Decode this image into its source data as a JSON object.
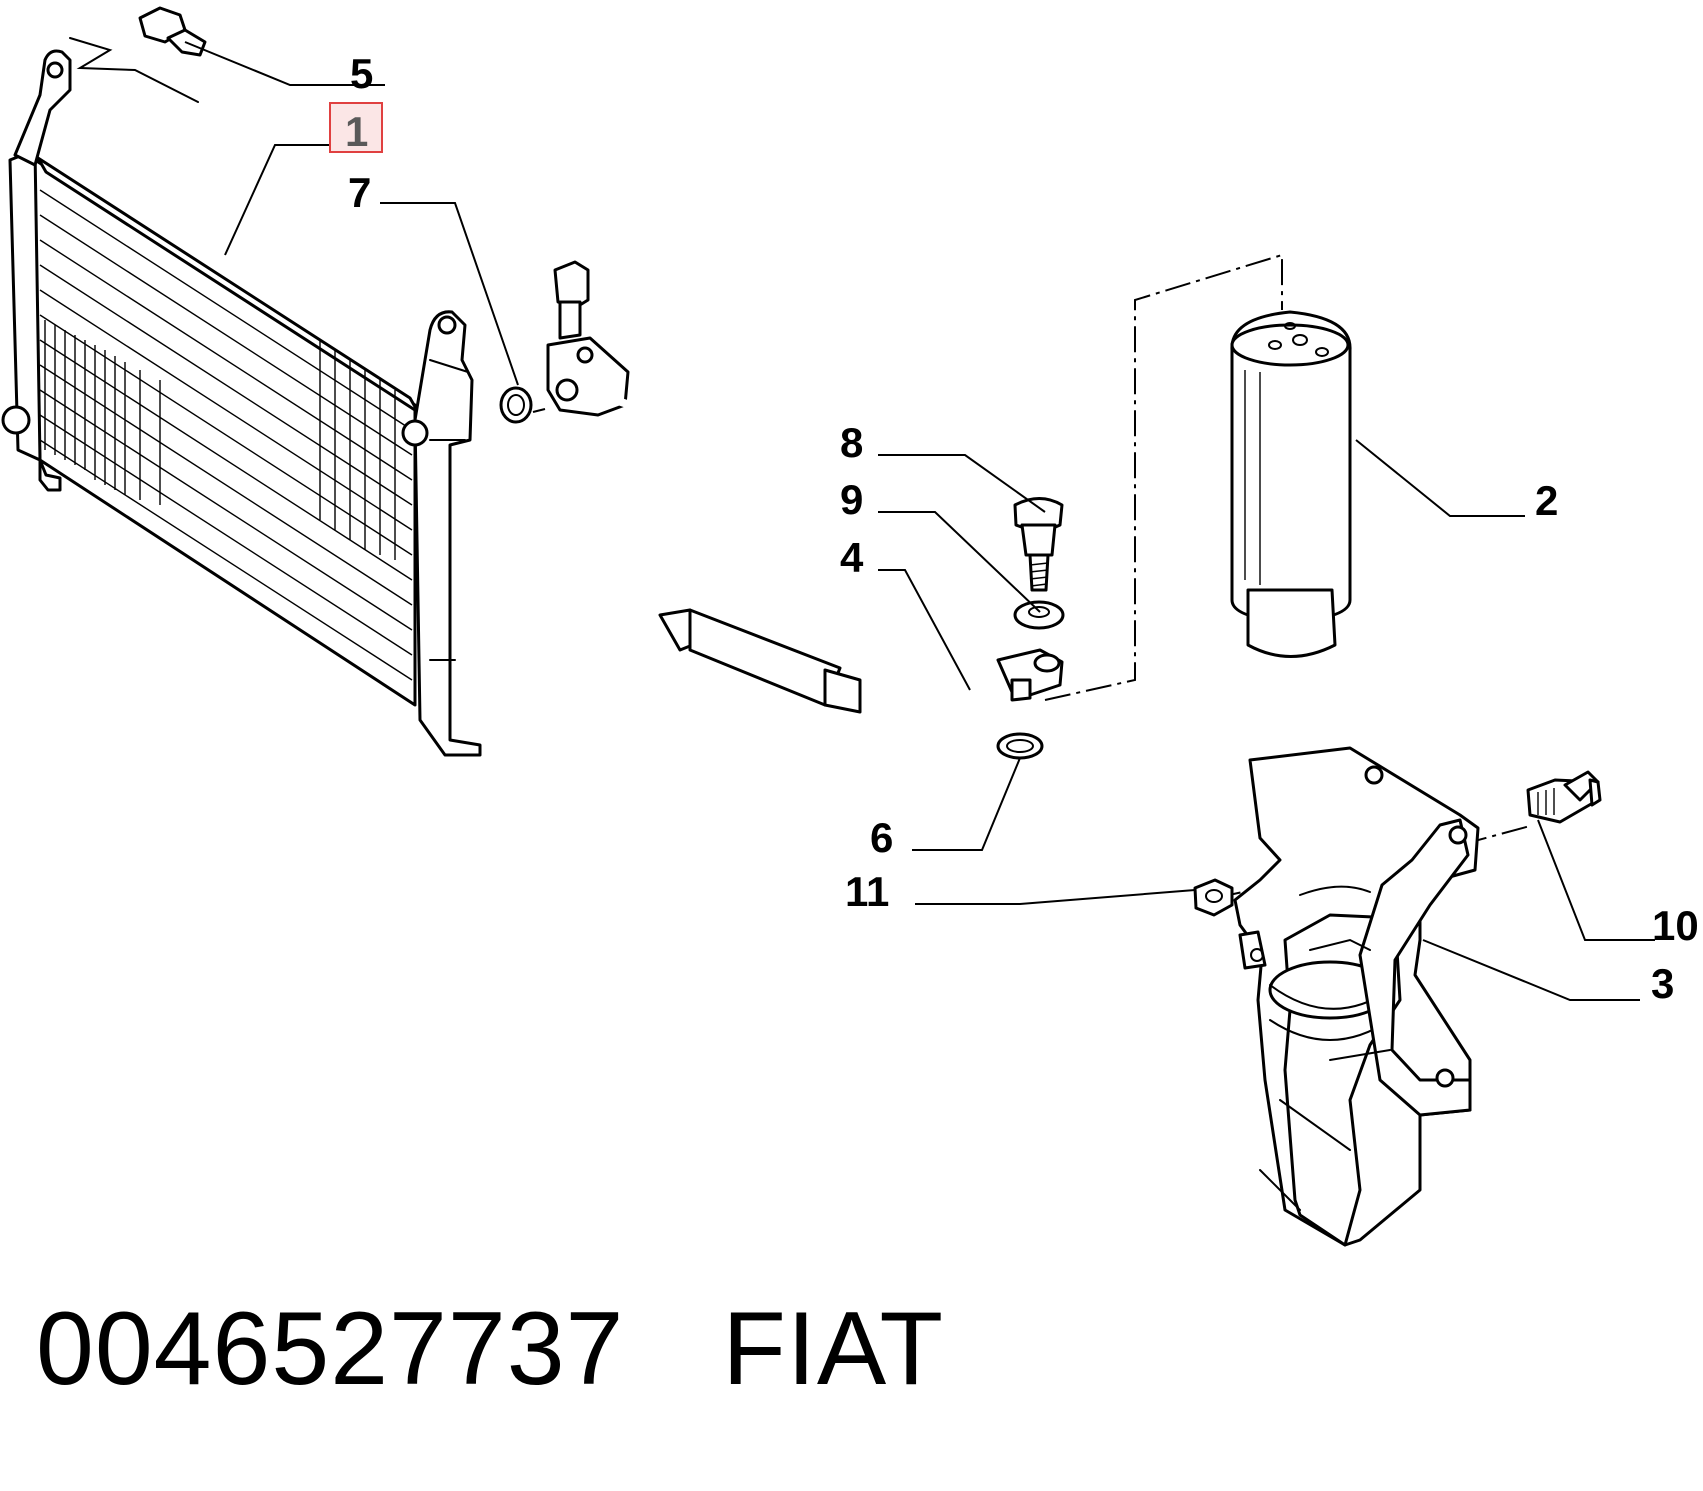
{
  "callouts": {
    "c1": "1",
    "c2": "2",
    "c3": "3",
    "c4": "4",
    "c5": "5",
    "c6": "6",
    "c7": "7",
    "c8": "8",
    "c9": "9",
    "c10": "10",
    "c11": "11"
  },
  "highlighted_callout": "1",
  "highlight_color": "#e04040",
  "footer": {
    "part_number": "0046527737",
    "brand": "FIAT"
  }
}
